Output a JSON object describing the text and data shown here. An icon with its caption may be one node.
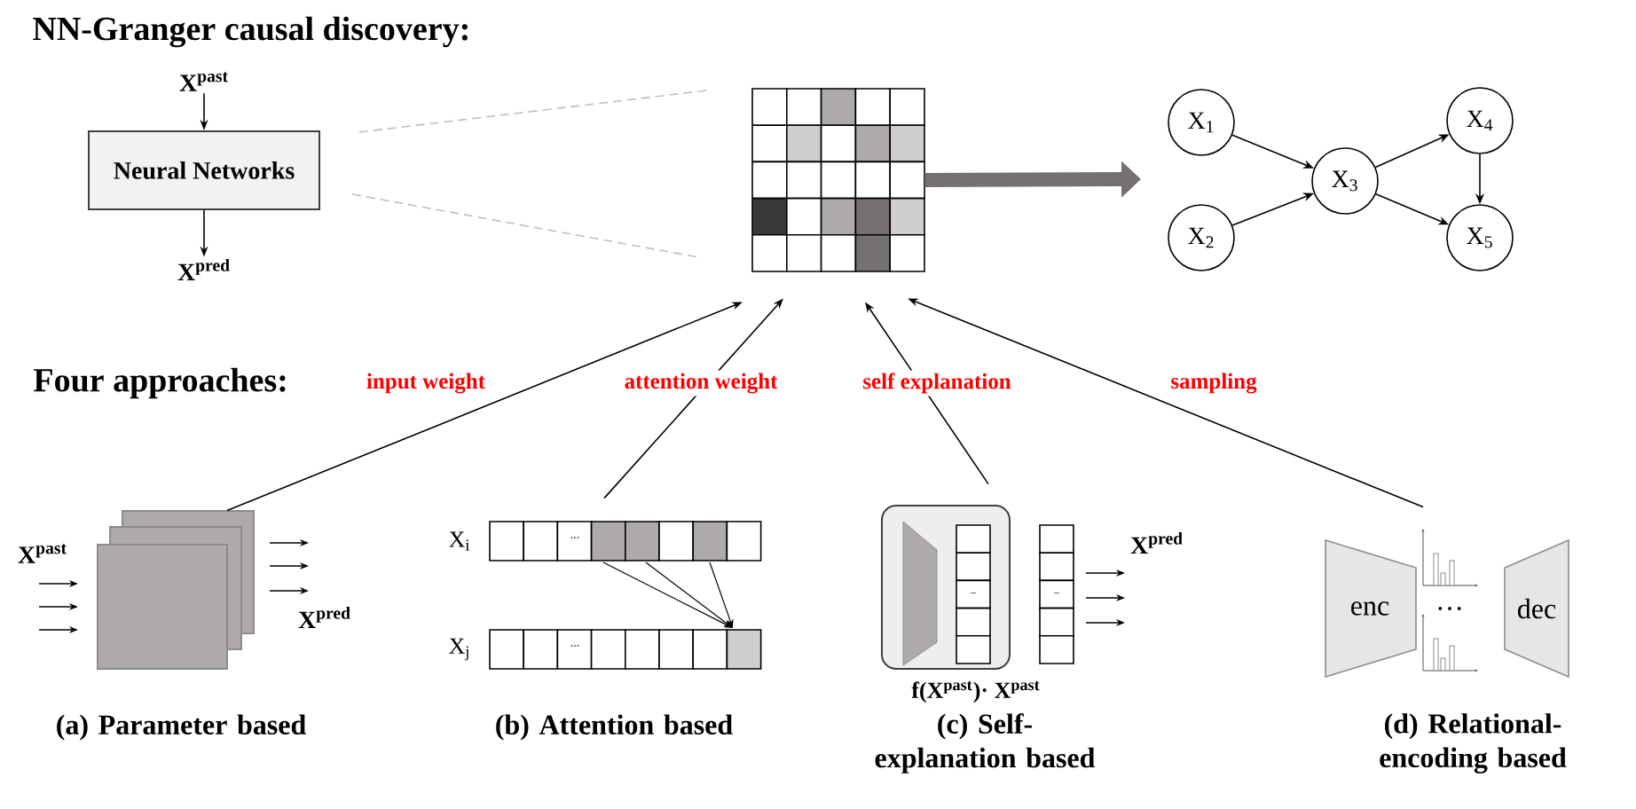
{
  "diagram": {
    "title": "NN-Granger causal discovery:",
    "nodes": [
      {
        "text": [
          "X$^{past}$"
        ]
      },
      {
        "text": [
          "Neural Networks"
        ]
      },
      {
        "text": [
          "X$^{pred}$"
        ]
      },
      {
        "text": [],
        "shape": "picture"
      },
      {
        "text": [
          "X$_{1}$"
        ]
      },
      {
        "text": [
          "X$_{2}$"
        ]
      },
      {
        "text": [
          "X$_{3}$"
        ]
      },
      {
        "text": [
          "X$_{4}$"
        ]
      },
      {
        "text": [
          "X$_{5}$"
        ]
      },
      {
        "text": [],
        "shape": "picture",
        "beside": [
          "(a) Parameter based"
        ]
      },
      {
        "text": [],
        "shape": "picture",
        "beside": [
          "(b) Attention based"
        ]
      },
      {
        "text": [],
        "shape": "picture",
        "beside": [
          "(c) Self-explanation based"
        ]
      },
      {
        "text": [],
        "shape": "picture",
        "beside": [
          "(d) Relational-encoding based"
        ]
      },
      {
        "text": [
          "enc"
        ]
      },
      {
        "text": [
          "dec"
        ]
      }
    ],
    "edges": [
      {
        "from": 0,
        "to": 1,
        "arrow": "to"
      },
      {
        "from": 1,
        "to": 2,
        "arrow": "to"
      },
      {
        "from": 1,
        "to": 3,
        "arrow": "none",
        "style": "dashed",
        "color": "#bfbfbf"
      },
      {
        "from": 1,
        "to": 3,
        "arrow": "none",
        "style": "dashed",
        "color": "#bfbfbf"
      },
      {
        "from": 3,
        "to": null,
        "arrow": "to",
        "style": "thick",
        "color": "#767171"
      },
      {
        "from": 4,
        "to": 6,
        "arrow": "to"
      },
      {
        "from": 5,
        "to": 6,
        "arrow": "to"
      },
      {
        "from": 6,
        "to": 7,
        "arrow": "to"
      },
      {
        "from": 6,
        "to": 8,
        "arrow": "to"
      },
      {
        "from": 7,
        "to": 8,
        "arrow": "to"
      },
      {
        "from": 9,
        "to": 3,
        "arrow": "to",
        "label": "input weight"
      },
      {
        "from": 10,
        "to": 3,
        "arrow": "to",
        "label": "attention weight"
      },
      {
        "from": 11,
        "to": 3,
        "arrow": "to",
        "label": "self explanation"
      },
      {
        "from": 12,
        "to": 3,
        "arrow": "to",
        "label": "sampling"
      }
    ],
    "labels": [
      "Four approaches:",
      "X$^{past}$",
      "X$^{pred}$",
      "X$_{i}$",
      "...",
      "X$_{j}$",
      "...",
      "–",
      "–",
      "X$^{pred}$",
      "f(X$^{past}$)· X$^{past}$",
      "…"
    ]
  }
}
